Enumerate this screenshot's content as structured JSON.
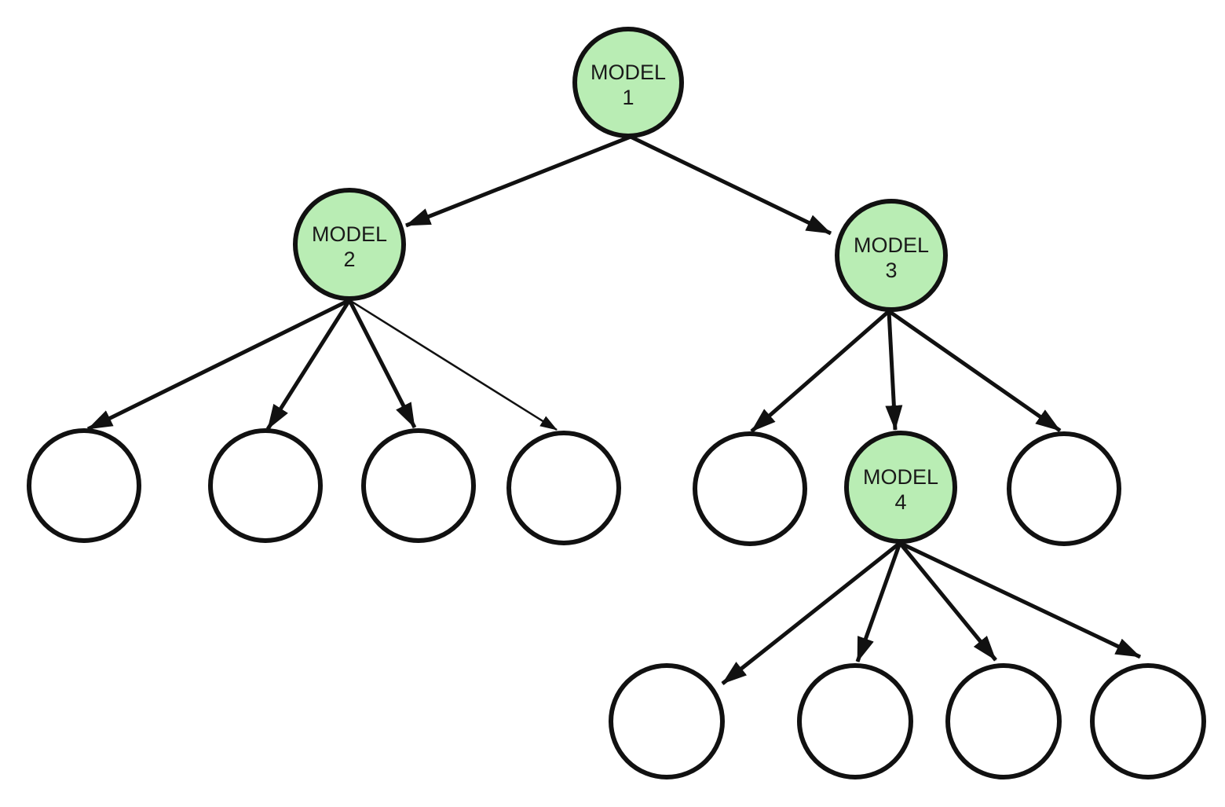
{
  "diagram": {
    "kind": "tree-diagram",
    "background_color": "#ffffff",
    "colors": {
      "highlight_fill": "#b9edb4",
      "leaf_fill": "#ffffff",
      "stroke": "#111111",
      "text": "#1a1a1a"
    },
    "nodes": {
      "model1": {
        "label": "MODEL",
        "number": "1"
      },
      "model2": {
        "label": "MODEL",
        "number": "2"
      },
      "model3": {
        "label": "MODEL",
        "number": "3"
      },
      "model4": {
        "label": "MODEL",
        "number": "4"
      }
    },
    "leaf_counts": {
      "under_model2": 4,
      "under_model3": 2,
      "under_model4": 4
    },
    "edges": [
      {
        "from": "model1",
        "to": "model2",
        "style": "thick"
      },
      {
        "from": "model1",
        "to": "model3",
        "style": "thick"
      },
      {
        "from": "model2",
        "to": "leaf-a1",
        "style": "thick"
      },
      {
        "from": "model2",
        "to": "leaf-a2",
        "style": "thick"
      },
      {
        "from": "model2",
        "to": "leaf-a3",
        "style": "thick"
      },
      {
        "from": "model2",
        "to": "leaf-a4",
        "style": "thin"
      },
      {
        "from": "model3",
        "to": "leaf-b1",
        "style": "thick"
      },
      {
        "from": "model3",
        "to": "model4",
        "style": "thick"
      },
      {
        "from": "model3",
        "to": "leaf-b2",
        "style": "thick"
      },
      {
        "from": "model4",
        "to": "leaf-c1",
        "style": "thick"
      },
      {
        "from": "model4",
        "to": "leaf-c2",
        "style": "thick"
      },
      {
        "from": "model4",
        "to": "leaf-c3",
        "style": "thick"
      },
      {
        "from": "model4",
        "to": "leaf-c4",
        "style": "thick"
      }
    ]
  }
}
